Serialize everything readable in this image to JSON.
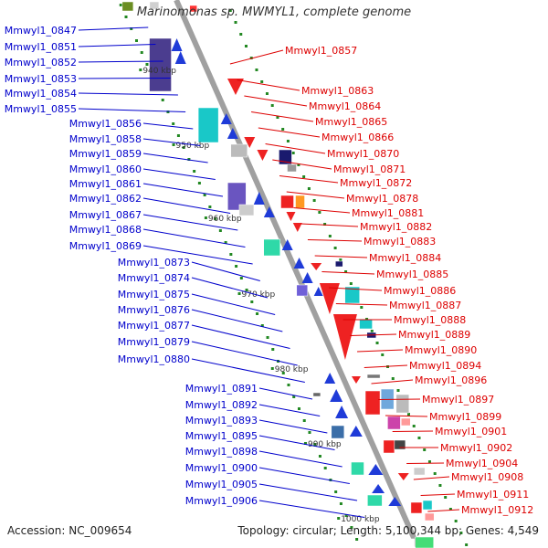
{
  "title": "Marinomonas sp. MWMYL1, complete genome",
  "footer": {
    "accession": "Accession: NC_009654",
    "summary": "Topology: circular; Length: 5,100,344 bp; Genes: 4,549"
  },
  "colors": {
    "left_label": "#0000cc",
    "right_label": "#dd0000",
    "backbone": "#a0a0a0",
    "tick": "#228822"
  },
  "scale_labels": [
    "940 kbp",
    "950 kbp",
    "960 kbp",
    "970 kbp",
    "980 kbp",
    "990 kbp",
    "1000 kbp"
  ],
  "left_genes": [
    "Mmwyl1_0847",
    "Mmwyl1_0851",
    "Mmwyl1_0852",
    "Mmwyl1_0853",
    "Mmwyl1_0854",
    "Mmwyl1_0855",
    "Mmwyl1_0856",
    "Mmwyl1_0858",
    "Mmwyl1_0859",
    "Mmwyl1_0860",
    "Mmwyl1_0861",
    "Mmwyl1_0862",
    "Mmwyl1_0867",
    "Mmwyl1_0868",
    "Mmwyl1_0869",
    "Mmwyl1_0873",
    "Mmwyl1_0874",
    "Mmwyl1_0875",
    "Mmwyl1_0876",
    "Mmwyl1_0877",
    "Mmwyl1_0879",
    "Mmwyl1_0880",
    "Mmwyl1_0891",
    "Mmwyl1_0892",
    "Mmwyl1_0893",
    "Mmwyl1_0895",
    "Mmwyl1_0898",
    "Mmwyl1_0900",
    "Mmwyl1_0905",
    "Mmwyl1_0906"
  ],
  "right_genes": [
    "Mmwyl1_0857",
    "Mmwyl1_0863",
    "Mmwyl1_0864",
    "Mmwyl1_0865",
    "Mmwyl1_0866",
    "Mmwyl1_0870",
    "Mmwyl1_0871",
    "Mmwyl1_0872",
    "Mmwyl1_0878",
    "Mmwyl1_0881",
    "Mmwyl1_0882",
    "Mmwyl1_0883",
    "Mmwyl1_0884",
    "Mmwyl1_0885",
    "Mmwyl1_0886",
    "Mmwyl1_0887",
    "Mmwyl1_0888",
    "Mmwyl1_0889",
    "Mmwyl1_0890",
    "Mmwyl1_0894",
    "Mmwyl1_0896",
    "Mmwyl1_0897",
    "Mmwyl1_0899",
    "Mmwyl1_0901",
    "Mmwyl1_0902",
    "Mmwyl1_0904",
    "Mmwyl1_0908",
    "Mmwyl1_0911",
    "Mmwyl1_0912"
  ]
}
